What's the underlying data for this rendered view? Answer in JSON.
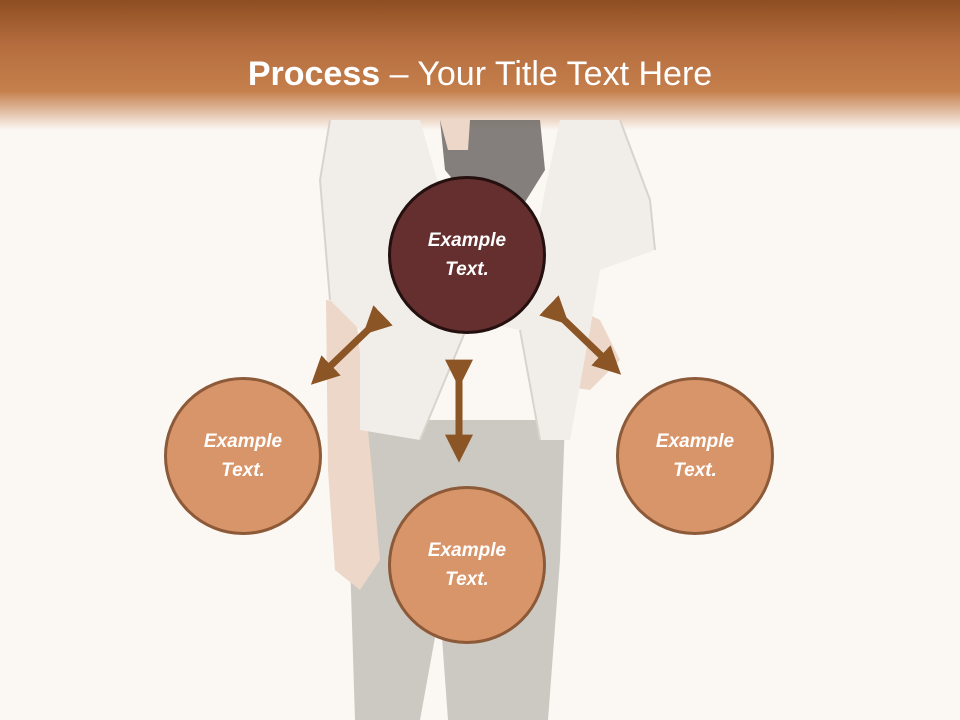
{
  "title": {
    "bold": "Process",
    "rest": " – Your Title Text Here"
  },
  "nodes": {
    "center": {
      "line1": "Example",
      "line2": "Text."
    },
    "left": {
      "line1": "Example",
      "line2": "Text."
    },
    "bottom": {
      "line1": "Example",
      "line2": "Text."
    },
    "right": {
      "line1": "Example",
      "line2": "Text."
    }
  },
  "colors": {
    "header": "#b56d3e",
    "center_fill": "#652f2f",
    "node_fill": "#d9956a",
    "node_border": "#8c5a38",
    "arrow": "#8c5525"
  }
}
